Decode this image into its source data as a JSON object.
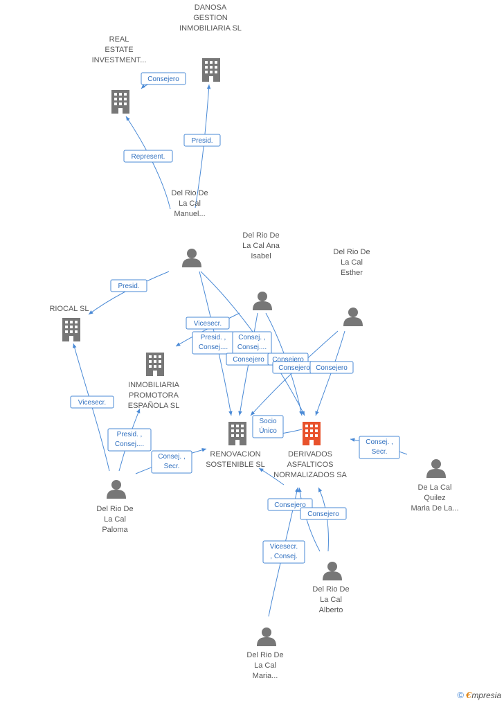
{
  "colors": {
    "company": "#777777",
    "focus_company": "#e8522c",
    "person": "#777777",
    "edge": "#4a8ad6",
    "edge_text": "#2f6fbf",
    "label": "#555555"
  },
  "nodes": [
    {
      "id": "danosa",
      "type": "company-icon",
      "label": [
        "DANOSA",
        "GESTION",
        "INMOBILIARIA SL"
      ]
    },
    {
      "id": "real",
      "type": "company-icon",
      "label": [
        "REAL",
        "ESTATE",
        "INVESTMENT..."
      ]
    },
    {
      "id": "manuel",
      "type": "person-icon",
      "label": [
        "Del Rio De",
        "La Cal",
        "Manuel..."
      ]
    },
    {
      "id": "anaisabel",
      "type": "person-icon",
      "label": [
        "Del Rio De",
        "La Cal Ana",
        "Isabel"
      ]
    },
    {
      "id": "esther",
      "type": "person-icon",
      "label": [
        "Del Rio De",
        "La Cal",
        "Esther"
      ]
    },
    {
      "id": "riocal",
      "type": "company-icon",
      "label": [
        "RIOCAL SL"
      ]
    },
    {
      "id": "inmobiliaria",
      "type": "company-icon",
      "label": [
        "INMOBILIARIA",
        "PROMOTORA",
        "ESPAÑOLA SL"
      ]
    },
    {
      "id": "renovacion",
      "type": "company-icon",
      "label": [
        "RENOVACION",
        "SOSTENIBLE  SL"
      ]
    },
    {
      "id": "derivados",
      "type": "company-icon",
      "focus": true,
      "label": [
        "DERIVADOS",
        "ASFALTICOS",
        "NORMALIZADOS SA"
      ]
    },
    {
      "id": "quilez",
      "type": "person-icon",
      "label": [
        "De La Cal",
        "Quilez",
        "Maria De La..."
      ]
    },
    {
      "id": "paloma",
      "type": "person-icon",
      "label": [
        "Del Rio De",
        "La Cal",
        "Paloma"
      ]
    },
    {
      "id": "alberto",
      "type": "person-icon",
      "label": [
        "Del Rio De",
        "La Cal",
        "Alberto"
      ]
    },
    {
      "id": "maria",
      "type": "person-icon",
      "label": [
        "Del Rio De",
        "La Cal",
        "Maria..."
      ]
    }
  ],
  "edges": [
    {
      "id": "e1",
      "label": [
        "Consejero"
      ]
    },
    {
      "id": "e2",
      "label": [
        "Presid."
      ]
    },
    {
      "id": "e3",
      "label": [
        "Represent."
      ]
    },
    {
      "id": "e4",
      "label": [
        "Presid."
      ]
    },
    {
      "id": "e5",
      "label": [
        "Vicesecr."
      ]
    },
    {
      "id": "e6",
      "label": [
        "Presid. ,",
        "Consej...."
      ]
    },
    {
      "id": "e7",
      "label": [
        "Consej. ,",
        "Consej...."
      ]
    },
    {
      "id": "e8",
      "label": [
        "Consejero"
      ]
    },
    {
      "id": "e9",
      "label": [
        "Consejero"
      ]
    },
    {
      "id": "e10",
      "label": [
        "Consejero"
      ]
    },
    {
      "id": "e11",
      "label": [
        "Consejero"
      ]
    },
    {
      "id": "e12",
      "label": [
        "Socio",
        "Único"
      ]
    },
    {
      "id": "e13",
      "label": [
        "Vicesecr."
      ]
    },
    {
      "id": "e14",
      "label": [
        "Presid. ,",
        "Consej...."
      ]
    },
    {
      "id": "e15",
      "label": [
        "Consej. ,",
        "Secr."
      ]
    },
    {
      "id": "e16",
      "label": [
        "Consej. ,",
        "Secr."
      ]
    },
    {
      "id": "e17",
      "label": [
        "Consejero"
      ]
    },
    {
      "id": "e18",
      "label": [
        "Consejero"
      ]
    },
    {
      "id": "e19",
      "label": [
        "Vicesecr.",
        ", Consej."
      ]
    }
  ],
  "footer": {
    "copyright": "©",
    "brand_initial": "€",
    "brand_rest": "mpresia"
  }
}
